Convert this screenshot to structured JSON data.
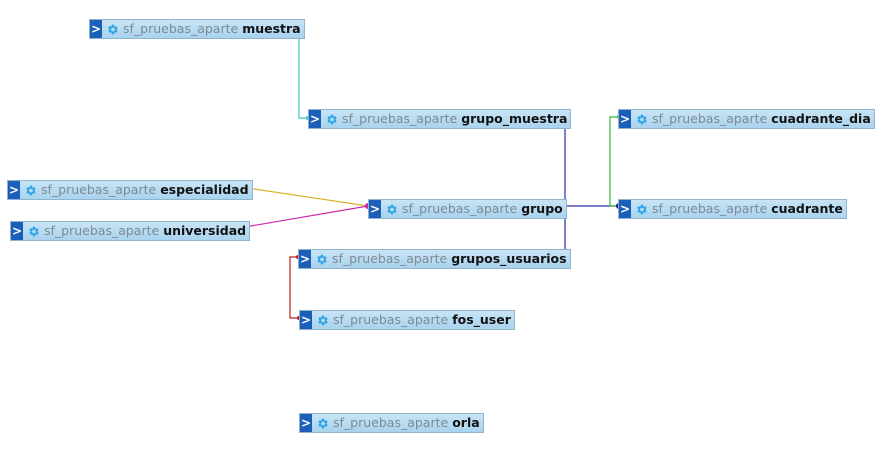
{
  "tables": [
    {
      "id": "muestra",
      "db": "sf_pruebas_aparte",
      "name": "muestra"
    },
    {
      "id": "grupo_muestra",
      "db": "sf_pruebas_aparte",
      "name": "grupo_muestra"
    },
    {
      "id": "cuadrante_dia",
      "db": "sf_pruebas_aparte",
      "name": "cuadrante_dia"
    },
    {
      "id": "especialidad",
      "db": "sf_pruebas_aparte",
      "name": "especialidad"
    },
    {
      "id": "universidad",
      "db": "sf_pruebas_aparte",
      "name": "universidad"
    },
    {
      "id": "grupo",
      "db": "sf_pruebas_aparte",
      "name": "grupo"
    },
    {
      "id": "cuadrante",
      "db": "sf_pruebas_aparte",
      "name": "cuadrante"
    },
    {
      "id": "grupos_usuarios",
      "db": "sf_pruebas_aparte",
      "name": "grupos_usuarios"
    },
    {
      "id": "fos_user",
      "db": "sf_pruebas_aparte",
      "name": "fos_user"
    },
    {
      "id": "orla",
      "db": "sf_pruebas_aparte",
      "name": "orla"
    }
  ],
  "relations": [
    {
      "from": "muestra",
      "to": "grupo_muestra",
      "color": "#3cc8c0"
    },
    {
      "from": "grupo_muestra",
      "to": "grupo",
      "color": "#2d2da0"
    },
    {
      "from": "grupos_usuarios",
      "to": "grupo",
      "color": "#2d2da0"
    },
    {
      "from": "especialidad",
      "to": "grupo",
      "color": "#d8b42a"
    },
    {
      "from": "universidad",
      "to": "grupo",
      "color": "#cc2aa6"
    },
    {
      "from": "grupo",
      "to": "cuadrante",
      "color": "#2d2da0"
    },
    {
      "from": "cuadrante_dia",
      "to": "cuadrante",
      "color": "#3cb43c"
    },
    {
      "from": "grupos_usuarios",
      "to": "fos_user",
      "color": "#b41e1e"
    }
  ],
  "icons": {
    "toggle": "toggle-arrow-icon",
    "gear": "gear-icon"
  },
  "colors": {
    "header_bg": "#a9d3ee",
    "header_border": "#8fb4cc",
    "toggle_bg": "#1b5fb8",
    "gear": "#2aa4e6",
    "db_text": "#7d8a93"
  }
}
